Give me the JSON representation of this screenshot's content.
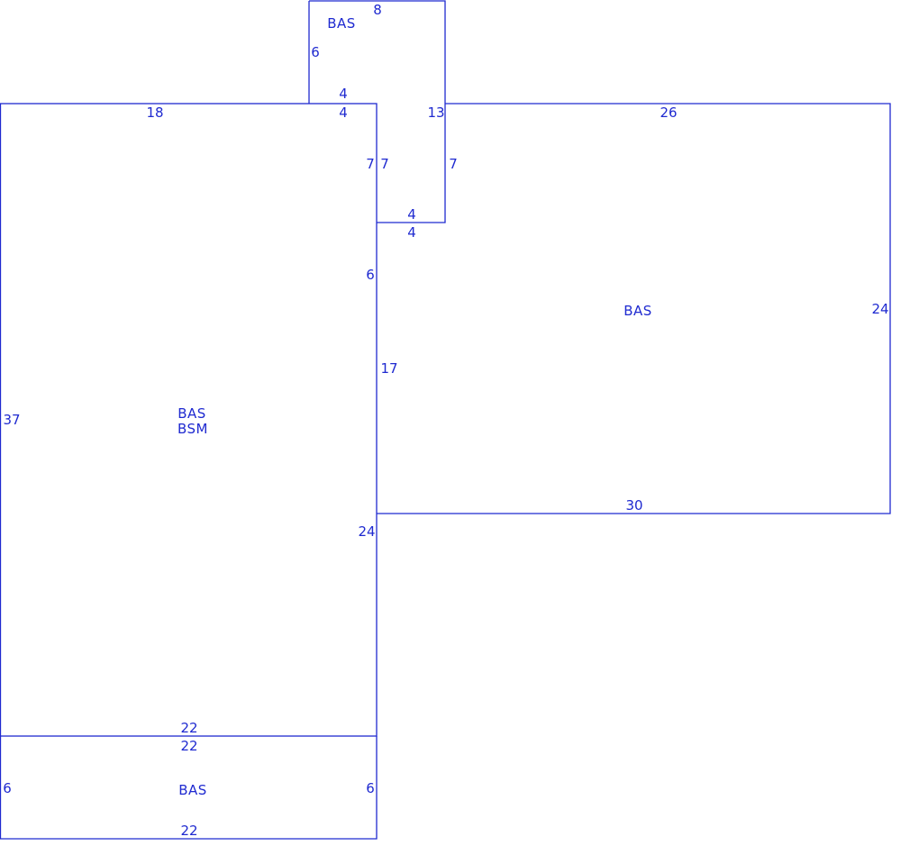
{
  "line_color": "#1f2ad0",
  "areas": [
    {
      "id": "top-bas",
      "labels": [
        "BAS"
      ]
    },
    {
      "id": "left-bas-bsm",
      "labels": [
        "BAS",
        "BSM"
      ]
    },
    {
      "id": "right-bas",
      "labels": [
        "BAS"
      ]
    },
    {
      "id": "bottom-bas",
      "labels": [
        "BAS"
      ]
    }
  ],
  "dimensions": {
    "top_8": "8",
    "top_6": "6",
    "top_4_upper": "4",
    "top_4_lower": "4",
    "top_13": "13",
    "top_7_left": "7",
    "top_7_mid": "7",
    "top_7_right": "7",
    "top_4_bottom_upper": "4",
    "top_4_bottom_lower": "4",
    "left_18": "18",
    "left_37": "37",
    "left_6": "6",
    "left_24": "24",
    "left_22_upper": "22",
    "right_26": "26",
    "right_24": "24",
    "right_17": "17",
    "right_30": "30",
    "bottom_22_upper": "22",
    "bottom_22_lower": "22",
    "bottom_6_left": "6",
    "bottom_6_right": "6"
  }
}
